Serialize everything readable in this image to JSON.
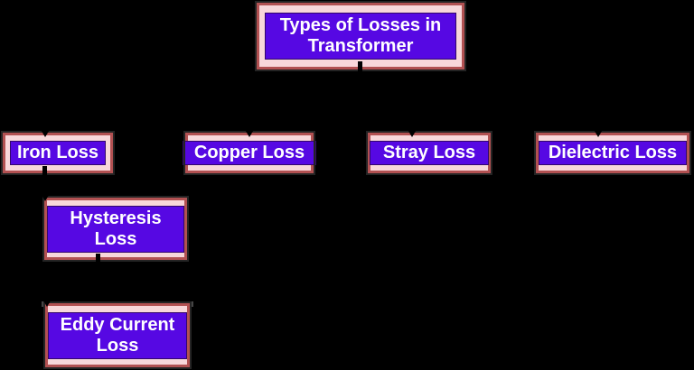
{
  "title": "Types of Losses in Transformer",
  "colors": {
    "background": "#000000",
    "box_border": "#b25152",
    "box_fill": "#f8d7da",
    "label_fill": "#5608e3",
    "label_text": "#ffffff",
    "connector": "#000000"
  },
  "nodes": {
    "root": {
      "label": "Types of Losses in Transformer"
    },
    "iron": {
      "label": "Iron Loss"
    },
    "copper": {
      "label": "Copper Loss"
    },
    "stray": {
      "label": "Stray Loss"
    },
    "dielectric": {
      "label": "Dielectric Loss"
    },
    "hysteresis": {
      "label": "Hysteresis Loss"
    },
    "eddy": {
      "label": "Eddy Current Loss"
    }
  },
  "edges": [
    {
      "from": "root",
      "to": "iron"
    },
    {
      "from": "root",
      "to": "copper"
    },
    {
      "from": "root",
      "to": "stray"
    },
    {
      "from": "root",
      "to": "dielectric"
    },
    {
      "from": "iron",
      "to": "hysteresis"
    },
    {
      "from": "hysteresis",
      "to": "eddy"
    }
  ]
}
